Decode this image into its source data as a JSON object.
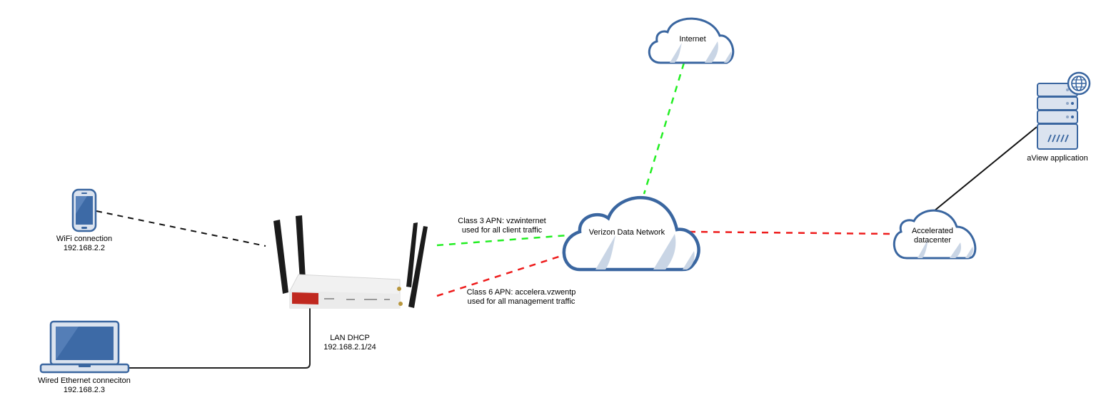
{
  "diagram": {
    "title": "",
    "colors": {
      "icon_stroke": "#3a66a0",
      "icon_fill": "#dbe3ef",
      "screen_fill": "#3d6aa6",
      "cloud_shade": "#c9d5e5",
      "green_link": "#22ee22",
      "red_link": "#ee1c1c",
      "black_link": "#111111",
      "router_red": "#c0281f",
      "antenna": "#1b1b1b"
    },
    "nodes": {
      "phone": {
        "line1": "WiFi connection",
        "line2": "192.168.2.2"
      },
      "laptop": {
        "line1": "Wired Ethernet conneciton",
        "line2": "192.168.2.3"
      },
      "router": {
        "line1": "LAN DHCP",
        "line2": "192.168.2.1/24"
      },
      "internet": {
        "label": "Internet"
      },
      "verizon": {
        "label": "Verizon Data Network"
      },
      "datacenter": {
        "line1": "Accelerated",
        "line2": "datacenter"
      },
      "server": {
        "label": "aView application"
      }
    },
    "edges": {
      "client_apn": {
        "line1": "Class 3 APN: vzwinternet",
        "line2": "used for all client traffic",
        "style": "dashed",
        "color": "green"
      },
      "mgmt_apn": {
        "line1": "Class 6 APN: accelera.vzwentp",
        "line2": "used for all management traffic",
        "style": "dashed",
        "color": "red"
      },
      "internet_link": {
        "style": "dashed",
        "color": "green"
      },
      "datacenter_link": {
        "style": "dashed",
        "color": "red"
      },
      "wifi_link": {
        "style": "dashed",
        "color": "black"
      },
      "ethernet_link": {
        "style": "solid",
        "color": "black"
      },
      "server_link": {
        "style": "solid",
        "color": "black"
      }
    }
  }
}
